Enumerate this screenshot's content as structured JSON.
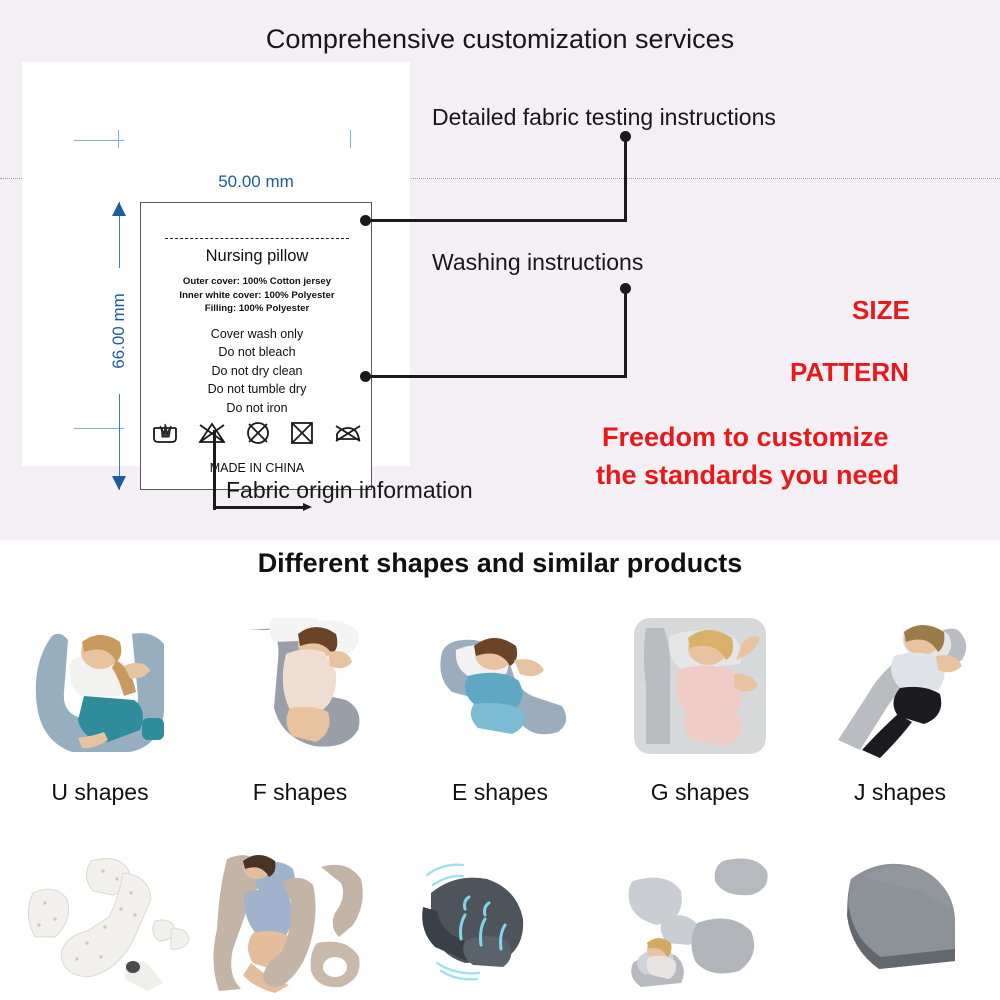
{
  "header": {
    "main_title": "Comprehensive customization services"
  },
  "cad": {
    "dim_width": "50.00 mm",
    "dim_height": "66.00 mm",
    "label": {
      "title": "Nursing pillow",
      "composition": [
        "Outer cover: 100% Cotton jersey",
        "Inner white cover: 100% Polyester",
        "Filling: 100% Polyester"
      ],
      "care_lines": [
        "Cover wash only",
        "Do not bleach",
        "Do not dry clean",
        "Do not tumble dry",
        "Do not iron"
      ],
      "care_symbols": [
        "hand-wash-icon",
        "do-not-bleach-icon",
        "do-not-dry-clean-icon",
        "do-not-tumble-dry-icon",
        "do-not-iron-icon"
      ],
      "origin": "MADE IN CHINA"
    }
  },
  "callouts": {
    "fabric_testing": "Detailed fabric testing instructions",
    "washing": "Washing instructions",
    "origin": "Fabric origin information"
  },
  "customization": {
    "size": "SIZE",
    "pattern": "PATTERN",
    "freedom_line1": "Freedom to customize",
    "freedom_line2": "the standards you need",
    "accent_color": "#e8191b"
  },
  "shapes_section": {
    "title": "Different shapes and similar products",
    "row1": [
      {
        "label": "U shapes",
        "photo": "u-shape-pillow-photo"
      },
      {
        "label": "F shapes",
        "photo": "f-shape-pillow-photo"
      },
      {
        "label": "E shapes",
        "photo": "e-shape-pillow-photo"
      },
      {
        "label": "G shapes",
        "photo": "g-shape-pillow-photo"
      },
      {
        "label": "J shapes",
        "photo": "j-shape-pillow-photo"
      }
    ],
    "row2": [
      {
        "photo": "modular-set-white-dotted-photo"
      },
      {
        "photo": "c-shape-taupe-set-photo"
      },
      {
        "photo": "dark-grey-support-pillow-photo"
      },
      {
        "photo": "grey-wedge-set-photo"
      },
      {
        "photo": "grey-wedge-cushion-photo"
      }
    ]
  },
  "theme": {
    "panel_background": "#f4eff4",
    "cad_background": "#ffffff",
    "dimension_color": "#1f5c9e",
    "guide_color": "#8f9fd0"
  }
}
